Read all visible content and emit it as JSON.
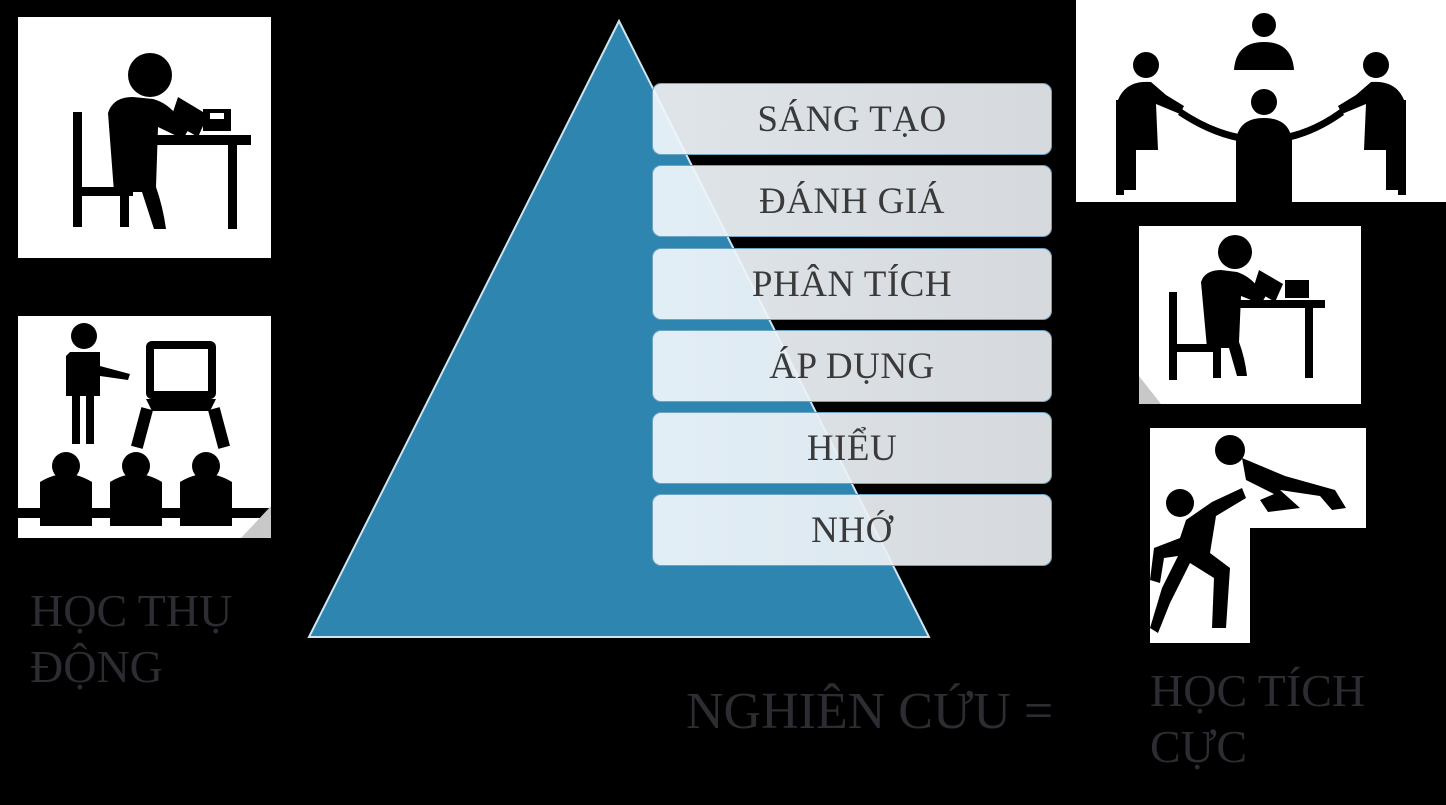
{
  "pyramid": {
    "levels": [
      "SÁNG TẠO",
      "ĐÁNH GIÁ",
      "PHÂN TÍCH",
      "ÁP DỤNG",
      "HIỂU",
      "NHỚ"
    ],
    "colors": {
      "triangle": "#2e86b0",
      "box": "#e8ecf0",
      "box_border": "#6fa3c2"
    }
  },
  "captions": {
    "passive": "HỌC THỤ ĐỘNG",
    "active": "HỌC TÍCH CỰC",
    "research": "NGHIÊN CỨU ="
  },
  "icons": [
    "person-studying-icon",
    "teacher-lecturing-icon",
    "group-discussion-icon",
    "person-studying-icon",
    "person-climbing-icon"
  ]
}
